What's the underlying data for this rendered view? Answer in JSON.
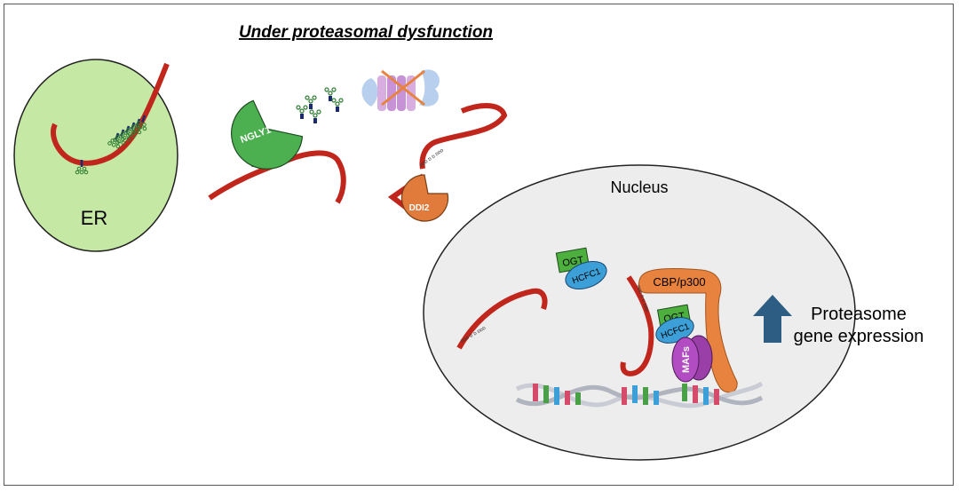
{
  "title": "Under proteasomal dysfunction",
  "compartments": {
    "er": "ER",
    "nucleus": "Nucleus"
  },
  "proteins": {
    "ngly1": "NGLY1",
    "ddi2": "DDI2",
    "ogt": "OGT",
    "hcfc1": "HCFC1",
    "cbp_p300": "CBP/p300",
    "mafs": "MAFs"
  },
  "output": {
    "line1": "Proteasome",
    "line2": "gene expression"
  },
  "colors": {
    "chain": "#c0261c",
    "er_fill": "#c5e8a4",
    "nucleus_fill": "#ededed",
    "ngly1": "#4caf50",
    "ddi2": "#e07b3c",
    "ogt": "#4caf3e",
    "hcfc1": "#3d9fd8",
    "cbp": "#e8823f",
    "mafs": "#9b3fa8",
    "arrow": "#2d5d82"
  },
  "icons": [
    "glycan-icon",
    "proteasome-icon",
    "cross-icon",
    "up-arrow-icon",
    "dna-icon"
  ]
}
